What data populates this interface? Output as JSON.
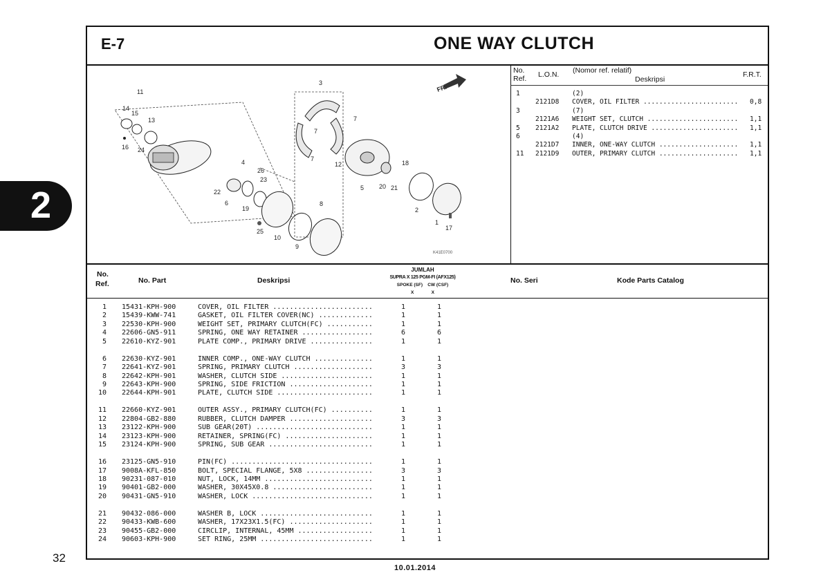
{
  "section_tab": "2",
  "page_number": "32",
  "date": "10.01.2014",
  "header": {
    "code": "E-7",
    "title": "ONE WAY CLUTCH"
  },
  "diagram": {
    "fig_code": "K41E0700",
    "direction_label": "FR.",
    "callouts": [
      "11",
      "14",
      "15",
      "13",
      "16",
      "24",
      "3",
      "7",
      "7",
      "7",
      "12",
      "4",
      "26",
      "23",
      "22",
      "6",
      "19",
      "5",
      "20",
      "21",
      "18",
      "2",
      "1",
      "17",
      "8",
      "25",
      "10",
      "9"
    ]
  },
  "frt_table": {
    "headers": {
      "no": "No.",
      "ref": "Ref.",
      "lon": "L.O.N.",
      "nomor": "(Nomor ref. relatif)",
      "desc": "Deskripsi",
      "frt": "F.R.T."
    },
    "rows": [
      {
        "ref": "1",
        "lon": "",
        "desc": "(2)",
        "frt": ""
      },
      {
        "ref": "",
        "lon": "2121D8",
        "desc": "COVER, OIL FILTER ........................",
        "frt": "0,8"
      },
      {
        "ref": "3",
        "lon": "",
        "desc": "(7)",
        "frt": ""
      },
      {
        "ref": "",
        "lon": "2121A6",
        "desc": "WEIGHT SET, CLUTCH .......................",
        "frt": "1,1"
      },
      {
        "ref": "5",
        "lon": "2121A2",
        "desc": "PLATE, CLUTCH DRIVE ......................",
        "frt": "1,1"
      },
      {
        "ref": "6",
        "lon": "",
        "desc": "(4)",
        "frt": ""
      },
      {
        "ref": "",
        "lon": "2121D7",
        "desc": "INNER, ONE-WAY CLUTCH ....................",
        "frt": "1,1"
      },
      {
        "ref": "11",
        "lon": "2121D9",
        "desc": "OUTER, PRIMARY CLUTCH ....................",
        "frt": "1,1"
      }
    ]
  },
  "parts_table": {
    "headers": {
      "no": "No.",
      "ref": "Ref.",
      "part": "No. Part",
      "desc": "Deskripsi",
      "jumlah": "JUMLAH",
      "model": "SUPRA X 125 PGM-FI (AFX125)",
      "spoke": "SPOKE (SF)",
      "cw": "CW (CSF)",
      "x1": "X",
      "x2": "X",
      "seri": "No. Seri",
      "kode": "Kode Parts Catalog"
    },
    "groups": [
      [
        {
          "no": "1",
          "part": "15431-KPH-900",
          "desc": "COVER, OIL FILTER ........................",
          "q1": "1",
          "q2": "1"
        },
        {
          "no": "2",
          "part": "15439-KWW-741",
          "desc": "GASKET, OIL FILTER COVER(NC) .............",
          "q1": "1",
          "q2": "1"
        },
        {
          "no": "3",
          "part": "22530-KPH-900",
          "desc": "WEIGHT SET, PRIMARY CLUTCH(FC) ...........",
          "q1": "1",
          "q2": "1"
        },
        {
          "no": "4",
          "part": "22606-GN5-911",
          "desc": "SPRING, ONE WAY RETAINER .................",
          "q1": "6",
          "q2": "6"
        },
        {
          "no": "5",
          "part": "22610-KYZ-901",
          "desc": "PLATE COMP., PRIMARY DRIVE ...............",
          "q1": "1",
          "q2": "1"
        }
      ],
      [
        {
          "no": "6",
          "part": "22630-KYZ-901",
          "desc": "INNER COMP., ONE-WAY CLUTCH ..............",
          "q1": "1",
          "q2": "1"
        },
        {
          "no": "7",
          "part": "22641-KYZ-901",
          "desc": "SPRING, PRIMARY CLUTCH ...................",
          "q1": "3",
          "q2": "3"
        },
        {
          "no": "8",
          "part": "22642-KPH-901",
          "desc": "WASHER, CLUTCH SIDE ......................",
          "q1": "1",
          "q2": "1"
        },
        {
          "no": "9",
          "part": "22643-KPH-900",
          "desc": "SPRING, SIDE FRICTION ....................",
          "q1": "1",
          "q2": "1"
        },
        {
          "no": "10",
          "part": "22644-KPH-901",
          "desc": "PLATE, CLUTCH SIDE .......................",
          "q1": "1",
          "q2": "1"
        }
      ],
      [
        {
          "no": "11",
          "part": "22660-KYZ-901",
          "desc": "OUTER ASSY., PRIMARY CLUTCH(FC) ..........",
          "q1": "1",
          "q2": "1"
        },
        {
          "no": "12",
          "part": "22804-GB2-880",
          "desc": "RUBBER, CLUTCH DAMPER ....................",
          "q1": "3",
          "q2": "3"
        },
        {
          "no": "13",
          "part": "23122-KPH-900",
          "desc": "SUB GEAR(20T) ............................",
          "q1": "1",
          "q2": "1"
        },
        {
          "no": "14",
          "part": "23123-KPH-900",
          "desc": "RETAINER, SPRING(FC) .....................",
          "q1": "1",
          "q2": "1"
        },
        {
          "no": "15",
          "part": "23124-KPH-900",
          "desc": "SPRING, SUB GEAR .........................",
          "q1": "1",
          "q2": "1"
        }
      ],
      [
        {
          "no": "16",
          "part": "23125-GN5-910",
          "desc": "PIN(FC) ..................................",
          "q1": "1",
          "q2": "1"
        },
        {
          "no": "17",
          "part": "9008A-KFL-850",
          "desc": "BOLT, SPECIAL FLANGE, 5X8 ................",
          "q1": "3",
          "q2": "3"
        },
        {
          "no": "18",
          "part": "90231-087-010",
          "desc": "NUT, LOCK, 14MM ..........................",
          "q1": "1",
          "q2": "1"
        },
        {
          "no": "19",
          "part": "90401-GB2-000",
          "desc": "WASHER, 30X45X0.8 ........................",
          "q1": "1",
          "q2": "1"
        },
        {
          "no": "20",
          "part": "90431-GN5-910",
          "desc": "WASHER, LOCK .............................",
          "q1": "1",
          "q2": "1"
        }
      ],
      [
        {
          "no": "21",
          "part": "90432-086-000",
          "desc": "WASHER B, LOCK ...........................",
          "q1": "1",
          "q2": "1"
        },
        {
          "no": "22",
          "part": "90433-KWB-600",
          "desc": "WASHER, 17X23X1.5(FC) ....................",
          "q1": "1",
          "q2": "1"
        },
        {
          "no": "23",
          "part": "90455-GB2-000",
          "desc": "CIRCLIP, INTERNAL, 45MM ..................",
          "q1": "1",
          "q2": "1"
        },
        {
          "no": "24",
          "part": "90603-KPH-900",
          "desc": "SET RING, 25MM ...........................",
          "q1": "1",
          "q2": "1"
        }
      ]
    ]
  }
}
